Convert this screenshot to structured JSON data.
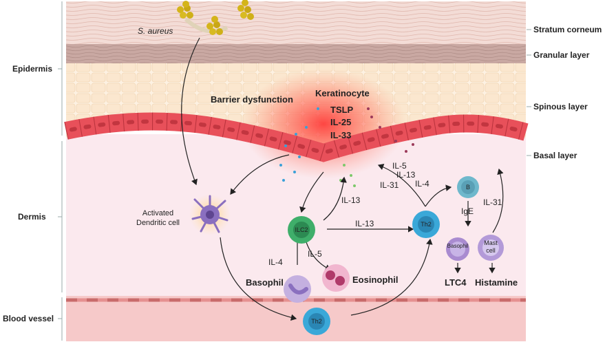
{
  "left_labels": {
    "epidermis": "Epidermis",
    "dermis": "Dermis",
    "blood_vessel": "Blood vessel"
  },
  "right_labels": {
    "stratum_corneum": "Stratum corneum",
    "granular": "Granular layer",
    "spinous": "Spinous layer",
    "basal": "Basal layer"
  },
  "labels": {
    "s_aureus": "S. aureus",
    "barrier": "Barrier dysfunction",
    "keratinocyte": "Keratinocyte",
    "tslp": "TSLP",
    "il25": "IL-25",
    "il33": "IL-33",
    "dc": "Activated\nDendritic cell",
    "il13_up": "IL-13",
    "il13_mid": "IL-13",
    "il5_eos": "IL-5",
    "il4_left": "IL-4",
    "basophil_label": "Basophil",
    "eosinophil_label": "Eosinophil",
    "il5_top": "IL-5",
    "il13_th2": "IL-13",
    "il4_th2": "IL-4",
    "il31_th2": "IL-31",
    "ige": "IgE",
    "il31_mast": "IL-31",
    "ltc4": "LTC4",
    "histamine": "Histamine"
  },
  "cells": {
    "ilc2": "ILC2",
    "th2_dermis": "Th2",
    "th2_vessel": "Th2",
    "b_cell": "B",
    "basophil_small": "Basophil",
    "mast_cell": "Mast\ncell"
  },
  "colors": {
    "inflammation": "#f03c3c",
    "basal_cell": "#e8505a",
    "ilc2": "#3fae6a",
    "th2": "#3aa8d8",
    "b_cell": "#6fb8cc",
    "basophil": "#a98bd0",
    "eosinophil": "#e06a9a",
    "dendritic": "#8a6fbf",
    "bacteria": "#d4b41a"
  }
}
